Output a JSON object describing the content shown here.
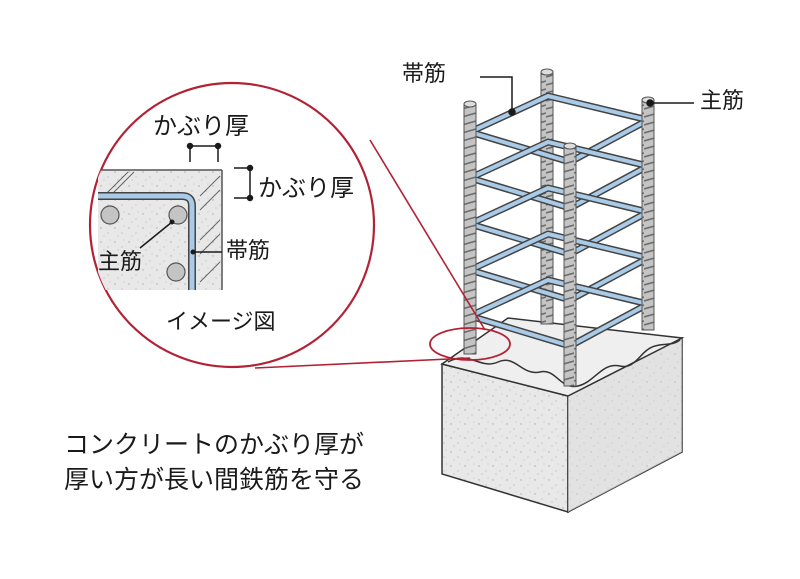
{
  "labels": {
    "cover_thickness_top": "かぶり厚",
    "cover_thickness_side": "かぶり厚",
    "main_bar_detail": "主筋",
    "hoop_detail": "帯筋",
    "image_note": "イメージ図",
    "hoop_column": "帯筋",
    "main_bar_column": "主筋"
  },
  "caption": {
    "line1": "コンクリートのかぶり厚が",
    "line2": "厚い方が長い間鉄筋を守る"
  },
  "colors": {
    "callout_red": "#b22234",
    "hoop_blue": "#a9cbe8",
    "rebar_gray": "#b9b9b9",
    "concrete": "#e9e9e9",
    "outline": "#333333"
  }
}
